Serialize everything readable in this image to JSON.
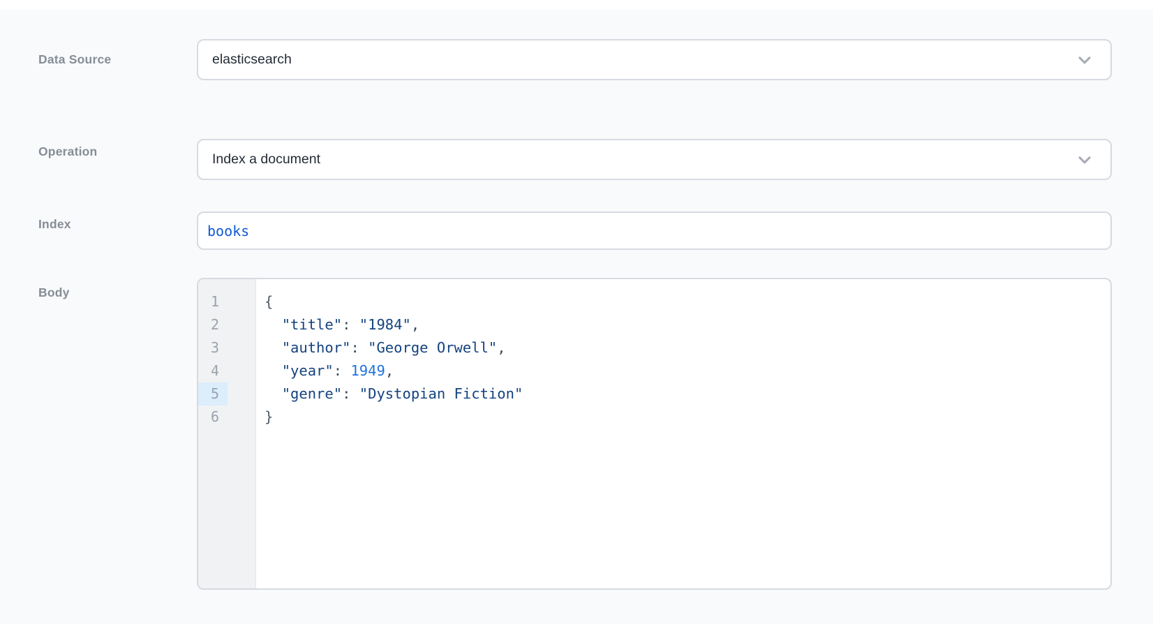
{
  "form": {
    "data_source": {
      "label": "Data Source",
      "value": "elasticsearch"
    },
    "operation": {
      "label": "Operation",
      "value": "Index a document"
    },
    "index": {
      "label": "Index",
      "value": "books"
    },
    "body": {
      "label": "Body"
    }
  },
  "editor": {
    "line_numbers": [
      "1",
      "2",
      "3",
      "4",
      "5",
      "6"
    ],
    "active_line": 5,
    "lines": [
      [
        {
          "t": "brace",
          "v": "{"
        }
      ],
      [
        {
          "t": "pun",
          "v": "  "
        },
        {
          "t": "str",
          "v": "\"title\""
        },
        {
          "t": "pun",
          "v": ": "
        },
        {
          "t": "str",
          "v": "\"1984\""
        },
        {
          "t": "pun",
          "v": ","
        }
      ],
      [
        {
          "t": "pun",
          "v": "  "
        },
        {
          "t": "str",
          "v": "\"author\""
        },
        {
          "t": "pun",
          "v": ": "
        },
        {
          "t": "str",
          "v": "\"George Orwell\""
        },
        {
          "t": "pun",
          "v": ","
        }
      ],
      [
        {
          "t": "pun",
          "v": "  "
        },
        {
          "t": "str",
          "v": "\"year\""
        },
        {
          "t": "pun",
          "v": ": "
        },
        {
          "t": "num",
          "v": "1949"
        },
        {
          "t": "pun",
          "v": ","
        }
      ],
      [
        {
          "t": "pun",
          "v": "  "
        },
        {
          "t": "str",
          "v": "\"genre\""
        },
        {
          "t": "pun",
          "v": ": "
        },
        {
          "t": "str",
          "v": "\"Dystopian Fiction\""
        }
      ],
      [
        {
          "t": "brace",
          "v": "}"
        }
      ]
    ]
  },
  "colors": {
    "page_background": "#f9fafb",
    "field_border": "#d6dae1",
    "label_gray": "#868d97",
    "input_code_blue": "#1159d6",
    "string_navy": "#14437f",
    "number_blue": "#1f72e0",
    "active_line_highlight": "#dcedfc",
    "gutter_background": "#f0f2f3",
    "line_number_gray": "#9aa3ae"
  }
}
